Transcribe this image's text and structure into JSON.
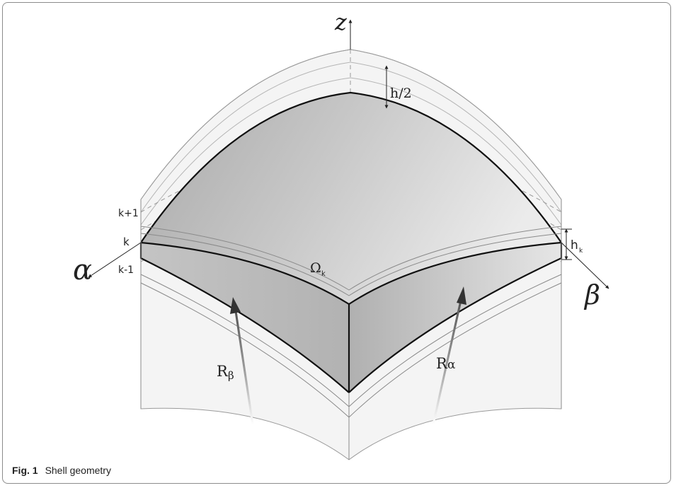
{
  "diagram": {
    "axis_z": "z",
    "axis_alpha": "α",
    "axis_beta": "β",
    "half_thickness": "h/2",
    "layer_upper": "k+1",
    "layer_current": "k",
    "layer_lower": "k-1",
    "layer_thickness_main": "h",
    "layer_thickness_sub": "k",
    "surface_main": "Ω",
    "surface_sub": "k",
    "radius_beta_main": "R",
    "radius_beta_sub": "β",
    "radius_alpha_main": "R",
    "radius_alpha_sub": "α"
  },
  "caption": {
    "label": "Fig. 1",
    "text": "Shell geometry"
  }
}
